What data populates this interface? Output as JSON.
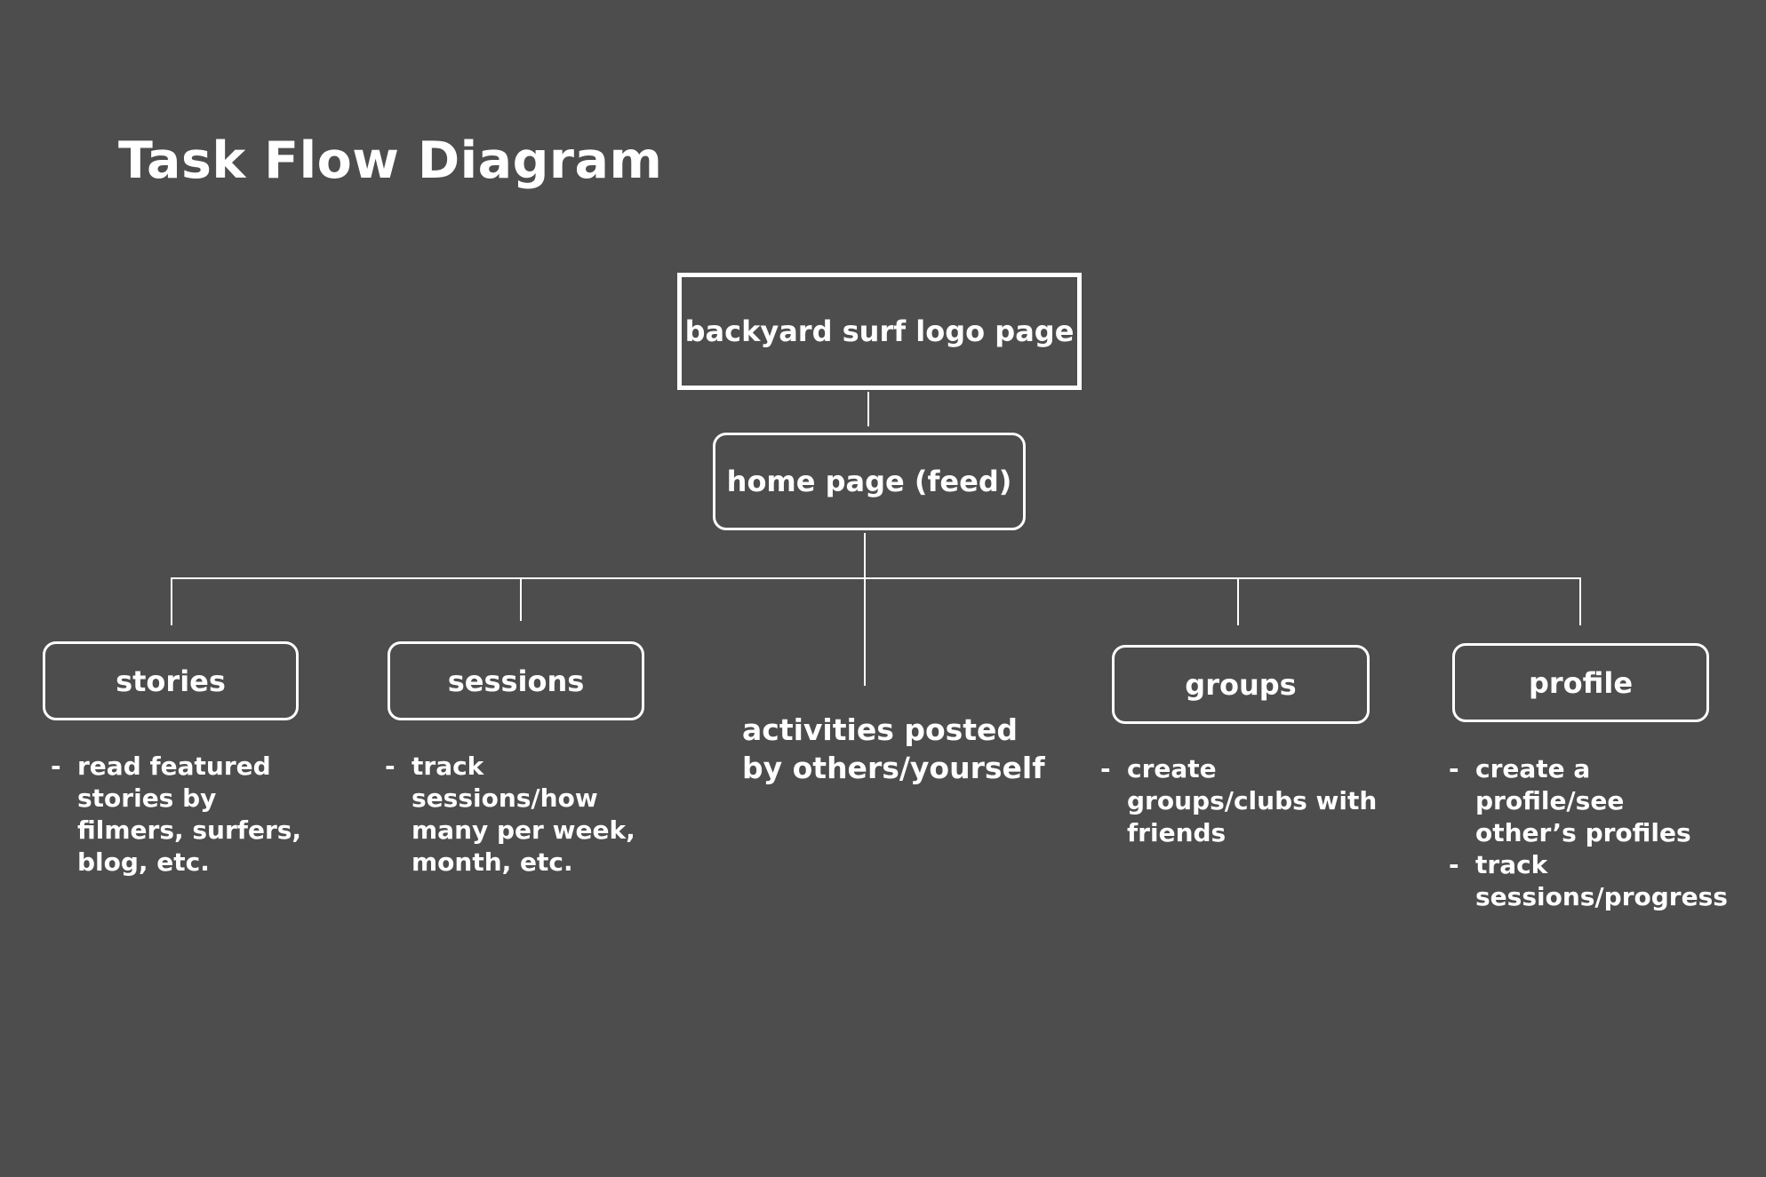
{
  "diagram": {
    "title": "Task Flow Diagram",
    "root": {
      "label": "backyard surf logo page"
    },
    "home": {
      "label": "home page (feed)"
    },
    "branches": [
      {
        "label": "stories",
        "notes": [
          "read featured stories by filmers, surfers, blog, etc."
        ]
      },
      {
        "label": "sessions",
        "notes": [
          "track sessions/how many per week, month, etc."
        ]
      },
      {
        "label": "",
        "notes": []
      },
      {
        "label": "groups",
        "notes": [
          "create groups/clubs with friends"
        ]
      },
      {
        "label": "profile",
        "notes": [
          "create a profile/see other’s profiles",
          "track sessions/progress"
        ]
      }
    ],
    "center_note": {
      "lines": [
        "activities posted",
        "by others/yourself"
      ]
    },
    "bullet": "-"
  }
}
